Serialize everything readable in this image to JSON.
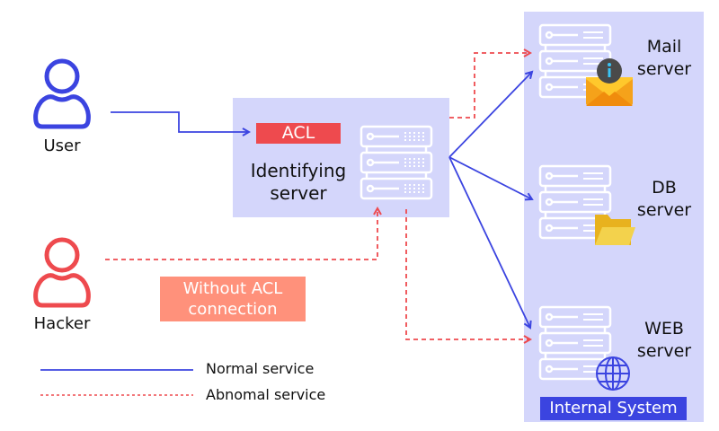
{
  "actors": {
    "user": {
      "label": "User",
      "color": "#3b44e0"
    },
    "hacker": {
      "label": "Hacker",
      "color": "#ee4a4e"
    }
  },
  "identifying_server": {
    "acl_badge": "ACL",
    "label_line1": "Identifying",
    "label_line2": "server",
    "acl_color": "#ee4a4e"
  },
  "without_acl_badge": {
    "line1": "Without ACL",
    "line2": "connection",
    "color": "#ff917b"
  },
  "internal_system": {
    "label": "Internal System",
    "label_bg": "#3b44e0",
    "panel_bg": "#d4d6fb",
    "servers": [
      {
        "name": "mail",
        "line1": "Mail",
        "line2": "server",
        "overlay_icon": "mail-envelope-info-icon"
      },
      {
        "name": "db",
        "line1": "DB",
        "line2": "server",
        "overlay_icon": "folder-icon"
      },
      {
        "name": "web",
        "line1": "WEB",
        "line2": "server",
        "overlay_icon": "globe-icon"
      }
    ]
  },
  "legend": {
    "normal": {
      "label": "Normal service",
      "color": "#3b44e0"
    },
    "abnormal": {
      "label": "Abnomal service",
      "color": "#ee4a4e"
    }
  }
}
